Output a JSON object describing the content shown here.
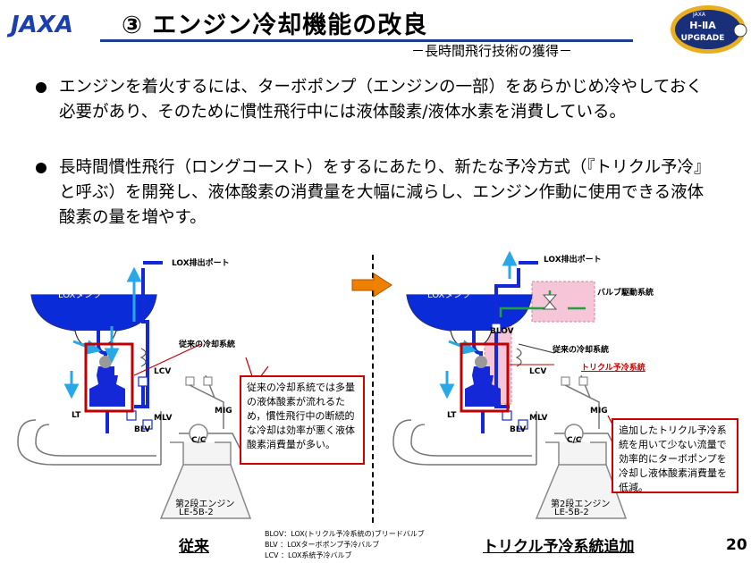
{
  "header": {
    "title": "③ エンジン冷却機能の改良",
    "subtitle": "－長時間飛行技術の獲得－",
    "logo_text": "JAXA",
    "badge_text": [
      "JAXA",
      "H-ⅡA",
      "UPGRADE"
    ]
  },
  "bullets": [
    "エンジンを着火するには、ターボポンプ（エンジンの一部）をあらかじめ冷やしておく必要があり、そのために慣性飛行中には液体酸素/液体水素を消費している。",
    "長時間慣性飛行（ロングコースト）をするにあたり、新たな予冷方式（『トリクル予冷』と呼ぶ）を開発し、液体酸素の消費量を大幅に減らし、エンジン作動に使用できる液体酸素の量を増やす。"
  ],
  "left_diagram": {
    "lox_port": "LOX排出ポート",
    "lox_tank": "LOXタンク",
    "legacy_cooling": "従来の冷却系統",
    "lcv": "LCV",
    "lt": "LT",
    "mlv": "MLV",
    "blv": "BLV",
    "mig": "MIG",
    "cc": "C/C",
    "engine_name": "第2段エンジン",
    "engine_model": "LE-5B-2",
    "callout": "従来の冷却系統では多量の液体酸素が流れるため，慣性飛行中の断続的な冷却は効率が悪く液体酸素消費量が多い。",
    "caption": "従来"
  },
  "right_diagram": {
    "lox_port": "LOX排出ポート",
    "lox_tank": "LOXタンク",
    "valve_drive": "バルブ駆動系統",
    "blov": "BLOV",
    "legacy_cooling": "従来の冷却系統",
    "trickle_system": "トリクル予冷系統",
    "lcv": "LCV",
    "lt": "LT",
    "mlv": "MLV",
    "blv": "BLV",
    "mig": "MIG",
    "cc": "C/C",
    "engine_name": "第2段エンジン",
    "engine_model": "LE-5B-2",
    "callout": "追加したトリクル予冷系統を用いて少ない流量で効率的にターボポンプを冷却し液体酸素消費量を低減。",
    "caption": "トリクル予冷系統追加"
  },
  "legend": [
    "BLOV：LOX(トリクル予冷系統の)ブリードバルブ",
    "BLV ：LOXターボポンプ予冷バルブ",
    "LCV ：LOX系統予冷バルブ"
  ],
  "page_number": "20",
  "colors": {
    "title_rule": "#1a3f8f",
    "pipe_blue": "#1428d8",
    "flow_arrow": "#29a8e8",
    "highlight_red": "#c00000",
    "trickle_pink": "#f6c6d8",
    "transition_arrow": "#f08000"
  }
}
